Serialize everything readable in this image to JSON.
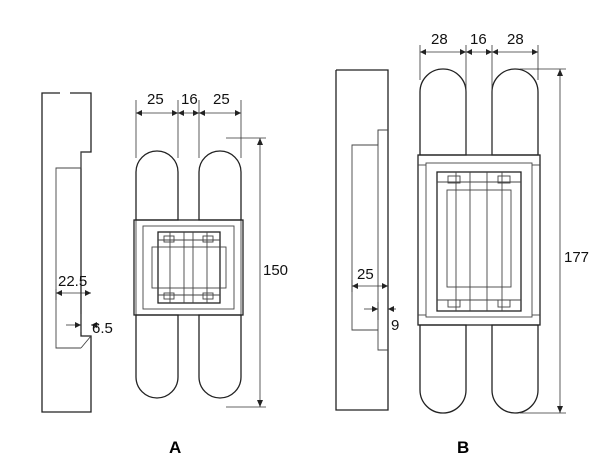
{
  "hinge_a": {
    "label": "A",
    "width_left": "25",
    "width_center": "16",
    "width_right": "25",
    "height": "150",
    "offset": "22.5",
    "depth": "6.5"
  },
  "hinge_b": {
    "label": "B",
    "width_left": "28",
    "width_center": "16",
    "width_right": "28",
    "height": "177",
    "offset": "25",
    "depth": "9"
  }
}
